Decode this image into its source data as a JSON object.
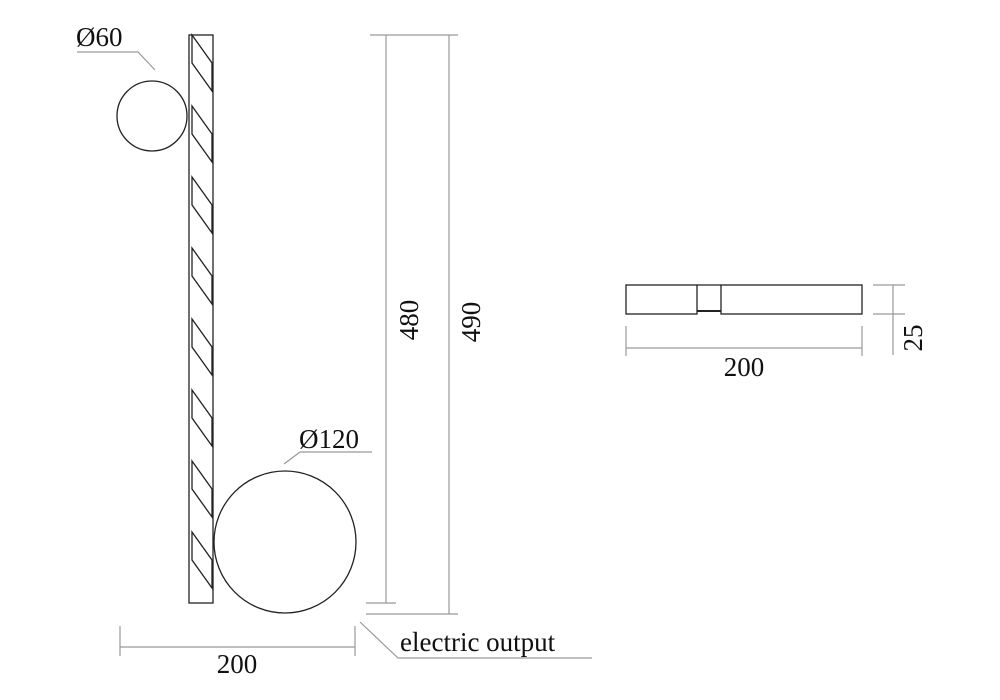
{
  "front_view": {
    "small_globe_label": "Ø60",
    "large_globe_label": "Ø120",
    "height_inner_label": "480",
    "height_outer_label": "490",
    "width_label": "200",
    "electric_label": "electric output",
    "hatch_count": 8
  },
  "side_view": {
    "width_label": "200",
    "depth_label": "25"
  },
  "colors": {
    "line": "#222222",
    "dimension": "#999999"
  }
}
